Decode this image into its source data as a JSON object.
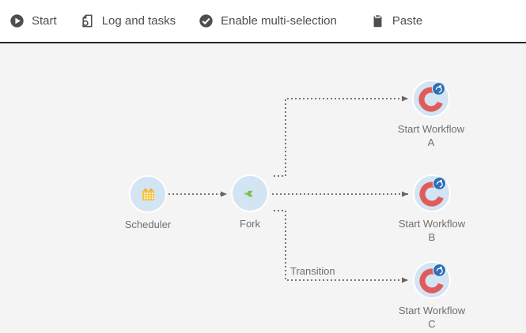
{
  "toolbar": {
    "items": [
      {
        "label": "Start",
        "icon": "play-icon"
      },
      {
        "label": "Log and tasks",
        "icon": "log-search-icon"
      },
      {
        "label": "Enable multi-selection",
        "icon": "check-circle-icon"
      },
      {
        "label": "Paste",
        "icon": "clipboard-icon"
      }
    ]
  },
  "canvas": {
    "transition_label": "Transition",
    "nodes": [
      {
        "id": "scheduler",
        "label": "Scheduler",
        "icon": "calendar-icon"
      },
      {
        "id": "fork",
        "label": "Fork",
        "icon": "fork-icon"
      },
      {
        "id": "start-workflow-a",
        "line1": "Start Workflow",
        "line2": "A",
        "icon": "start-workflow-icon"
      },
      {
        "id": "start-workflow-b",
        "line1": "Start Workflow",
        "line2": "B",
        "icon": "start-workflow-icon"
      },
      {
        "id": "start-workflow-c",
        "line1": "Start Workflow",
        "line2": "C",
        "icon": "start-workflow-icon"
      }
    ]
  },
  "colors": {
    "toolbar_bg": "#ffffff",
    "toolbar_text": "#4e4e4e",
    "separator": "#262626",
    "canvas_bg": "#f4f4f4",
    "node_fill": "#d3e4f2",
    "node_ring": "#ffffff",
    "node_label": "#6f6f6f",
    "connector": "#757575",
    "scheduler_yellow": "#f5c342",
    "scheduler_tab": "#e9a83e",
    "scheduler_grid": "#fdf3d8",
    "fork_green": "#7fbe4e",
    "workflow_red": "#e05c5c",
    "badge_blue": "#2d6fb7",
    "icon_dark": "#4e4e4e"
  }
}
